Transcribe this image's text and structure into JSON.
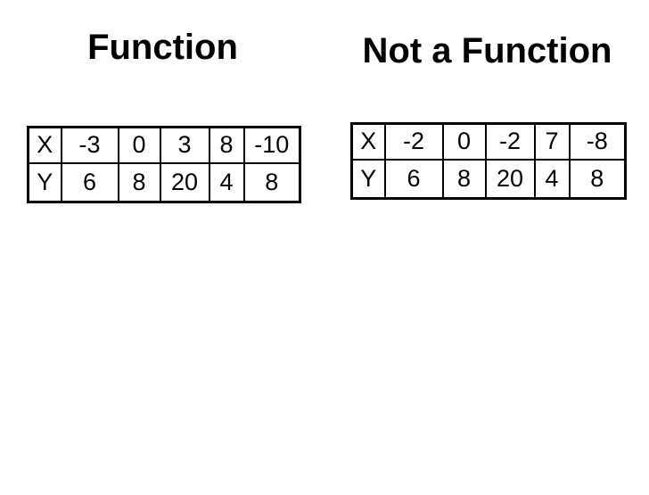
{
  "slide": {
    "function_panel": {
      "title": "Function",
      "table": {
        "x_row": {
          "header": "X",
          "values": [
            "-3",
            "0",
            "3",
            "8",
            "-10"
          ]
        },
        "y_row": {
          "header": "Y",
          "values": [
            "6",
            "8",
            "20",
            "4",
            "8"
          ]
        }
      }
    },
    "not_function_panel": {
      "title": "Not a Function",
      "table": {
        "x_row": {
          "header": "X",
          "values": [
            "-2",
            "0",
            "-2",
            "7",
            "-8"
          ]
        },
        "y_row": {
          "header": "Y",
          "values": [
            "6",
            "8",
            "20",
            "4",
            "8"
          ]
        }
      }
    },
    "colors": {
      "background": "#ffffff",
      "text": "#000000",
      "table_border": "#000000"
    }
  }
}
